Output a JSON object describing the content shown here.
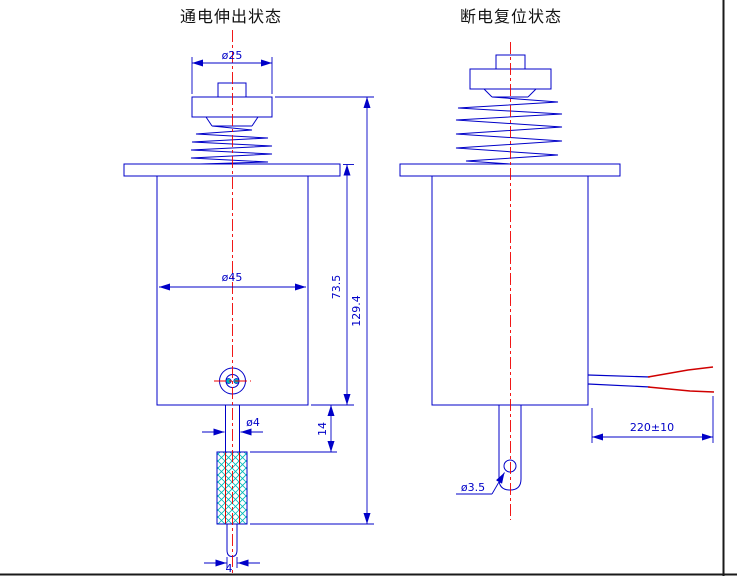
{
  "titles": {
    "left": "通电伸出状态",
    "right": "断电复位状态"
  },
  "dims": {
    "dia25": "ø25",
    "dia45": "ø45",
    "height_73_5": "73.5",
    "height_129_4": "129.4",
    "len_14": "14",
    "dia4": "ø4",
    "width_4": "4",
    "dia3_5": "ø3.5",
    "wire_len": "220±10"
  },
  "colors": {
    "outline": "#0000c8",
    "dimension_text": "#0000c8",
    "centerline": "#f00000",
    "hatch": "#00b8b8",
    "wire_lead": "#d00000",
    "frame": "#1a1a1a",
    "title": "#111111"
  }
}
